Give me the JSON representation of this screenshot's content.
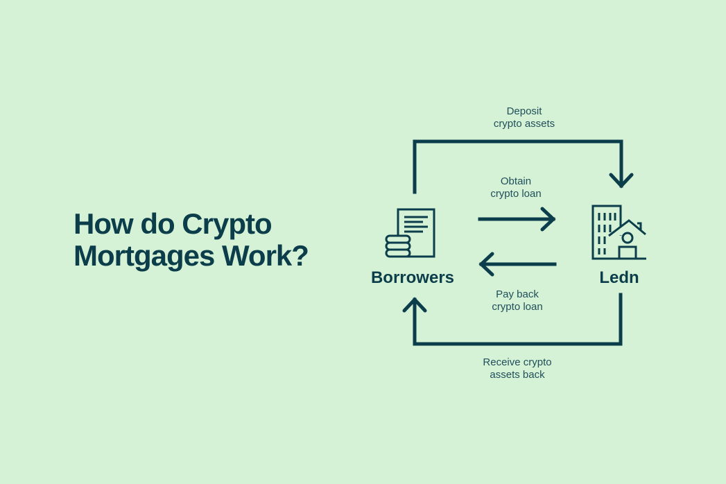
{
  "title": {
    "line1": "How do Crypto",
    "line2": "Mortgages Work?"
  },
  "nodes": {
    "borrowers": {
      "label": "Borrowers",
      "icon": "document-coins-icon"
    },
    "ledn": {
      "label": "Ledn",
      "icon": "building-house-icon"
    }
  },
  "flows": {
    "deposit": {
      "line1": "Deposit",
      "line2": "crypto assets"
    },
    "obtain": {
      "line1": "Obtain",
      "line2": "crypto loan"
    },
    "payback": {
      "line1": "Pay back",
      "line2": "crypto loan"
    },
    "receive": {
      "line1": "Receive crypto",
      "line2": "assets back"
    }
  },
  "colors": {
    "background": "#d5f1d6",
    "primary": "#0b3d4a"
  }
}
